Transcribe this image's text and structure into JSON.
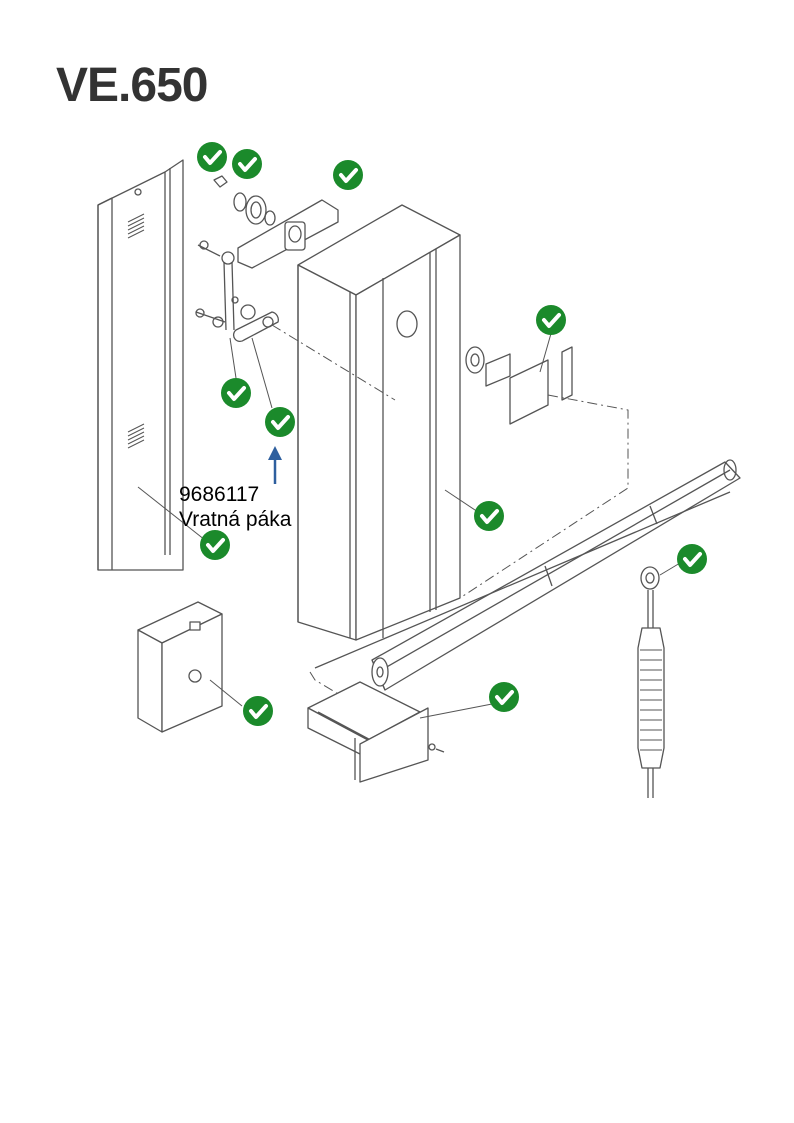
{
  "title": "VE.650",
  "callout": {
    "part_number": "9686117",
    "part_name": "Vratná páka"
  },
  "colors": {
    "check_fill": "#1b8a2b",
    "check_mark": "#ffffff",
    "arrow": "#2e5f9e",
    "line_art": "#555555"
  },
  "check_icon_count": 11
}
